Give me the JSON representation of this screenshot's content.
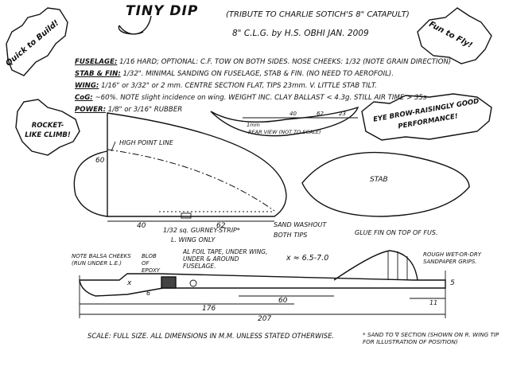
{
  "header": {
    "logo_text": "TINY DIP",
    "tribute": "(TRIBUTE TO CHARLIE SOTICH'S 8\" CATAPULT)",
    "subtitle": "8\" C.L.G. by H.S. OBHI JAN. 2009"
  },
  "bubbles": {
    "quick": "Quick to Build!",
    "fun": "Fun to Fly!",
    "rocket": "ROCKET-LIKE CLIMB!",
    "eyebrow": "EYE BROW-RAISINGLY GOOD PERFORMANCE!"
  },
  "specs": [
    {
      "label": "FUSELAGE:",
      "text": "1/16 HARD; OPTIONAL: C.F. TOW ON BOTH SIDES. NOSE CHEEKS: 1/32 (NOTE GRAIN DIRECTION)"
    },
    {
      "label": "STAB & FIN:",
      "text": "1/32\". MINIMAL SANDING ON FUSELAGE, STAB & FIN. (NO NEED TO AEROFOIL)."
    },
    {
      "label": "WING:",
      "text": "1/16\" or 3/32\" or 2 mm. CENTRE SECTION FLAT, TIPS 23mm. V. LITTLE STAB TILT."
    },
    {
      "label": "CoG:",
      "text": "~60%. NOTE slight incidence on wing. WEIGHT INC. CLAY BALLAST < 4.3g. STILL AIR TIME > 35s"
    },
    {
      "label": "POWER:",
      "text": "1/8\" or 3/16\" RUBBER"
    }
  ],
  "wing": {
    "high_point": "HIGH POINT LINE",
    "dim_60": "60",
    "dim_40": "40",
    "dim_62": "62",
    "gurney": "1/32 sq. GURNEY-STRIP*",
    "wing_only": "L. WING ONLY",
    "washout": "SAND WASHOUT",
    "both_tips": "BOTH TIPS"
  },
  "rear_view": {
    "label": "REAR VIEW (NOT TO SCALE)",
    "d1": "1mm",
    "d2": "40",
    "d3": "62",
    "d4": "23"
  },
  "stab": {
    "label": "STAB"
  },
  "fuselage": {
    "glue_fin": "GLUE FIN ON TOP OF FUS.",
    "balsa_cheeks": "NOTE BALSA CHEEKS (RUN UNDER L.E.)",
    "blob": "BLOB OF EPOXY",
    "al_foil": "AL FOIL TAPE, UNDER WING, UNDER & AROUND FUSELAGE.",
    "x_val": "x ≈ 6.5-7.0",
    "rough": "ROUGH WET-OR-DRY SANDPAPER GRIPS.",
    "x": "x",
    "dim_6": "6",
    "dim_5": "5",
    "dim_176": "176",
    "dim_60": "60",
    "dim_11": "11",
    "dim_207": "207"
  },
  "footer": {
    "scale": "SCALE: FULL SIZE. ALL DIMENSIONS IN M.M. UNLESS STATED OTHERWISE.",
    "note": "* SAND TO ∇ SECTION (SHOWN ON R. WING TIP FOR ILLUSTRATION OF POSITION)"
  }
}
